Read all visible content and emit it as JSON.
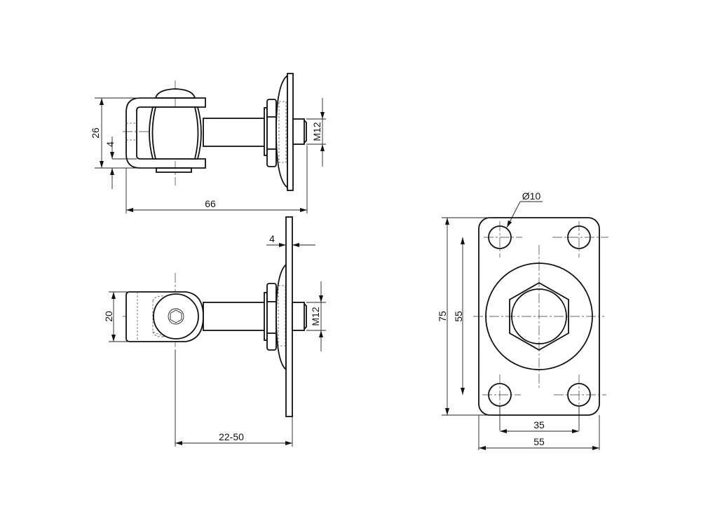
{
  "drawing": {
    "top_view": {
      "dim_height": "26",
      "dim_offset": "4",
      "dim_length": "66",
      "dim_thread": "M12"
    },
    "side_view": {
      "dim_eye": "20",
      "dim_plate_thickness": "4",
      "dim_adjust": "22-50",
      "dim_thread": "M12"
    },
    "plate_view": {
      "dim_hole": "Ø10",
      "dim_height": "75",
      "dim_hole_spacing_v": "55",
      "dim_hole_spacing_h": "35",
      "dim_width": "55"
    }
  }
}
